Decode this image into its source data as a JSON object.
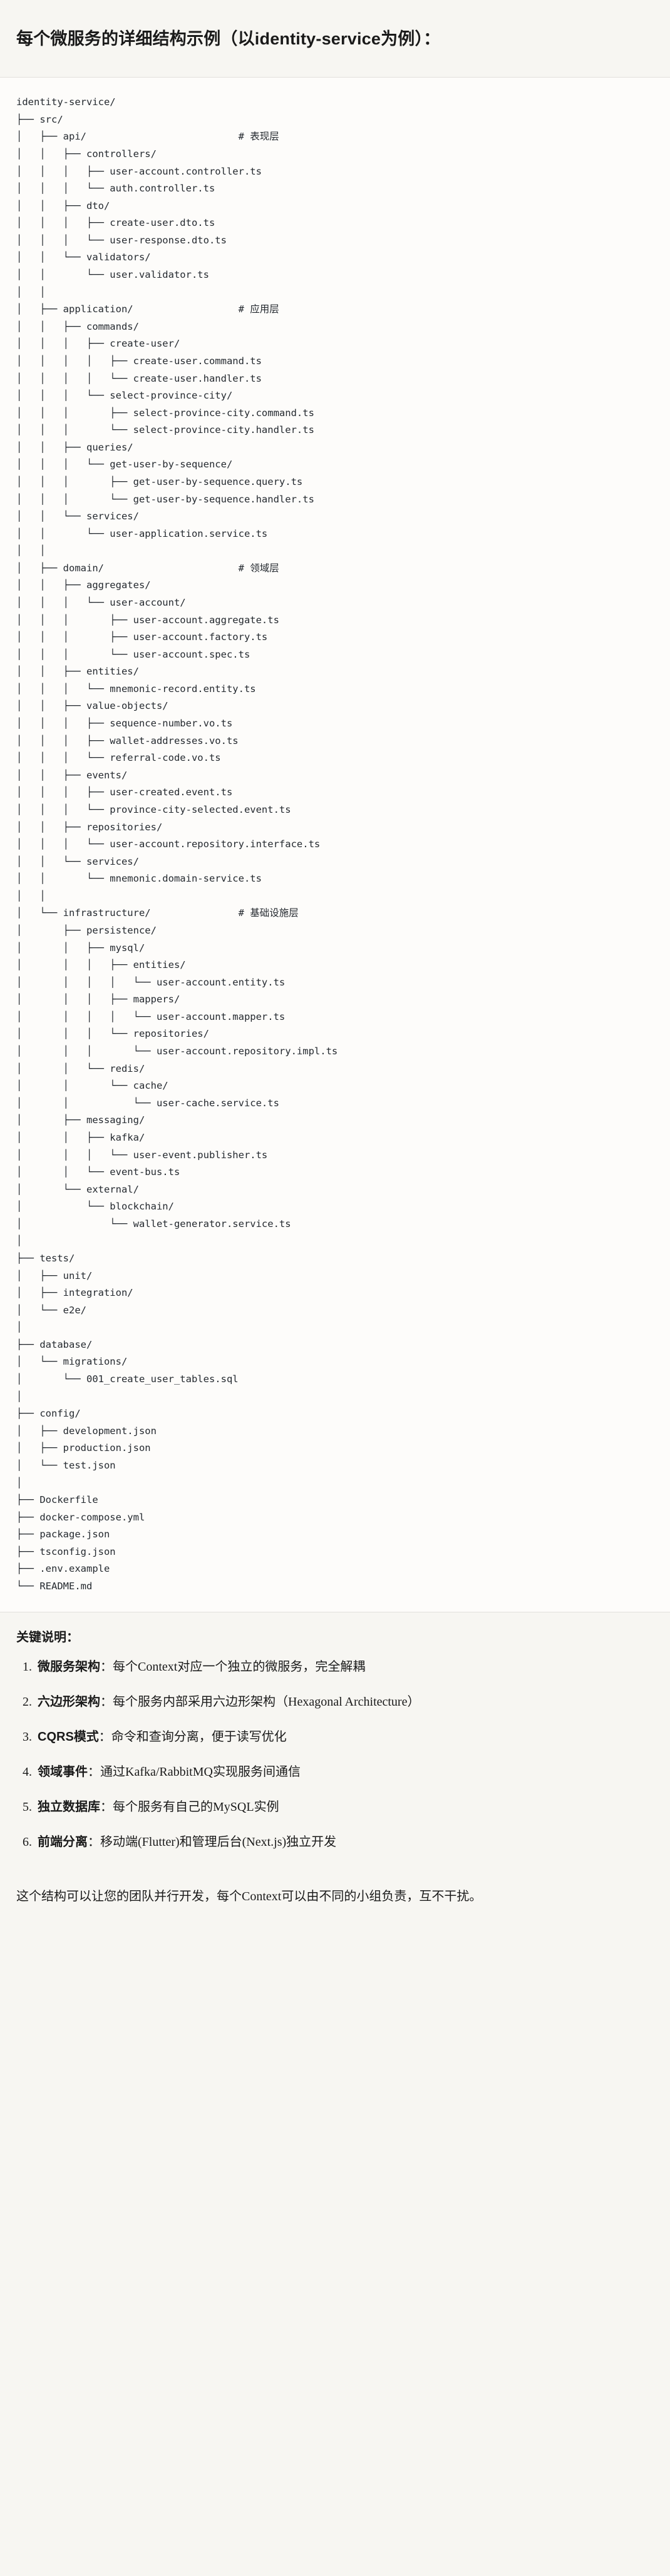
{
  "heading": "每个微服务的详细结构示例（以identity-service为例）：",
  "tree": {
    "root_label": "identity-service/",
    "lines": [
      "identity-service/",
      "├── src/",
      "│   ├── api/                          # 表现层",
      "│   │   ├── controllers/",
      "│   │   │   ├── user-account.controller.ts",
      "│   │   │   └── auth.controller.ts",
      "│   │   ├── dto/",
      "│   │   │   ├── create-user.dto.ts",
      "│   │   │   └── user-response.dto.ts",
      "│   │   └── validators/",
      "│   │       └── user.validator.ts",
      "│   │",
      "│   ├── application/                  # 应用层",
      "│   │   ├── commands/",
      "│   │   │   ├── create-user/",
      "│   │   │   │   ├── create-user.command.ts",
      "│   │   │   │   └── create-user.handler.ts",
      "│   │   │   └── select-province-city/",
      "│   │   │       ├── select-province-city.command.ts",
      "│   │   │       └── select-province-city.handler.ts",
      "│   │   ├── queries/",
      "│   │   │   └── get-user-by-sequence/",
      "│   │   │       ├── get-user-by-sequence.query.ts",
      "│   │   │       └── get-user-by-sequence.handler.ts",
      "│   │   └── services/",
      "│   │       └── user-application.service.ts",
      "│   │",
      "│   ├── domain/                       # 领域层",
      "│   │   ├── aggregates/",
      "│   │   │   └── user-account/",
      "│   │   │       ├── user-account.aggregate.ts",
      "│   │   │       ├── user-account.factory.ts",
      "│   │   │       └── user-account.spec.ts",
      "│   │   ├── entities/",
      "│   │   │   └── mnemonic-record.entity.ts",
      "│   │   ├── value-objects/",
      "│   │   │   ├── sequence-number.vo.ts",
      "│   │   │   ├── wallet-addresses.vo.ts",
      "│   │   │   └── referral-code.vo.ts",
      "│   │   ├── events/",
      "│   │   │   ├── user-created.event.ts",
      "│   │   │   └── province-city-selected.event.ts",
      "│   │   ├── repositories/",
      "│   │   │   └── user-account.repository.interface.ts",
      "│   │   └── services/",
      "│   │       └── mnemonic.domain-service.ts",
      "│   │",
      "│   └── infrastructure/               # 基础设施层",
      "│       ├── persistence/",
      "│       │   ├── mysql/",
      "│       │   │   ├── entities/",
      "│       │   │   │   └── user-account.entity.ts",
      "│       │   │   ├── mappers/",
      "│       │   │   │   └── user-account.mapper.ts",
      "│       │   │   └── repositories/",
      "│       │   │       └── user-account.repository.impl.ts",
      "│       │   └── redis/",
      "│       │       └── cache/",
      "│       │           └── user-cache.service.ts",
      "│       ├── messaging/",
      "│       │   ├── kafka/",
      "│       │   │   └── user-event.publisher.ts",
      "│       │   └── event-bus.ts",
      "│       └── external/",
      "│           └── blockchain/",
      "│               └── wallet-generator.service.ts",
      "│",
      "├── tests/",
      "│   ├── unit/",
      "│   ├── integration/",
      "│   └── e2e/",
      "│",
      "├── database/",
      "│   └── migrations/",
      "│       └── 001_create_user_tables.sql",
      "│",
      "├── config/",
      "│   ├── development.json",
      "│   ├── production.json",
      "│   └── test.json",
      "│",
      "├── Dockerfile",
      "├── docker-compose.yml",
      "├── package.json",
      "├── tsconfig.json",
      "├── .env.example",
      "└── README.md"
    ],
    "layer_comments": [
      "# 表现层",
      "# 应用层",
      "# 领域层",
      "# 基础设施层"
    ]
  },
  "keypoints": {
    "title": "关键说明：",
    "items": [
      {
        "term": "微服务架构",
        "sep": "：",
        "desc": "每个Context对应一个独立的微服务，完全解耦"
      },
      {
        "term": "六边形架构",
        "sep": "：",
        "desc": "每个服务内部采用六边形架构（Hexagonal Architecture）"
      },
      {
        "term": "CQRS模式",
        "sep": "：",
        "desc": "命令和查询分离，便于读写优化"
      },
      {
        "term": "领域事件",
        "sep": "：",
        "desc": "通过Kafka/RabbitMQ实现服务间通信"
      },
      {
        "term": "独立数据库",
        "sep": "：",
        "desc": "每个服务有自己的MySQL实例"
      },
      {
        "term": "前端分离",
        "sep": "：",
        "desc": "移动端(Flutter)和管理后台(Next.js)独立开发"
      }
    ]
  },
  "closing": "这个结构可以让您的团队并行开发，每个Context可以由不同的小组负责，互不干扰。",
  "colors": {
    "page_background": "#f7f6f2",
    "code_background": "#fdfcfa",
    "code_border": "#e2e0dc",
    "text": "#1a1a1a",
    "code_text": "#24292f"
  }
}
